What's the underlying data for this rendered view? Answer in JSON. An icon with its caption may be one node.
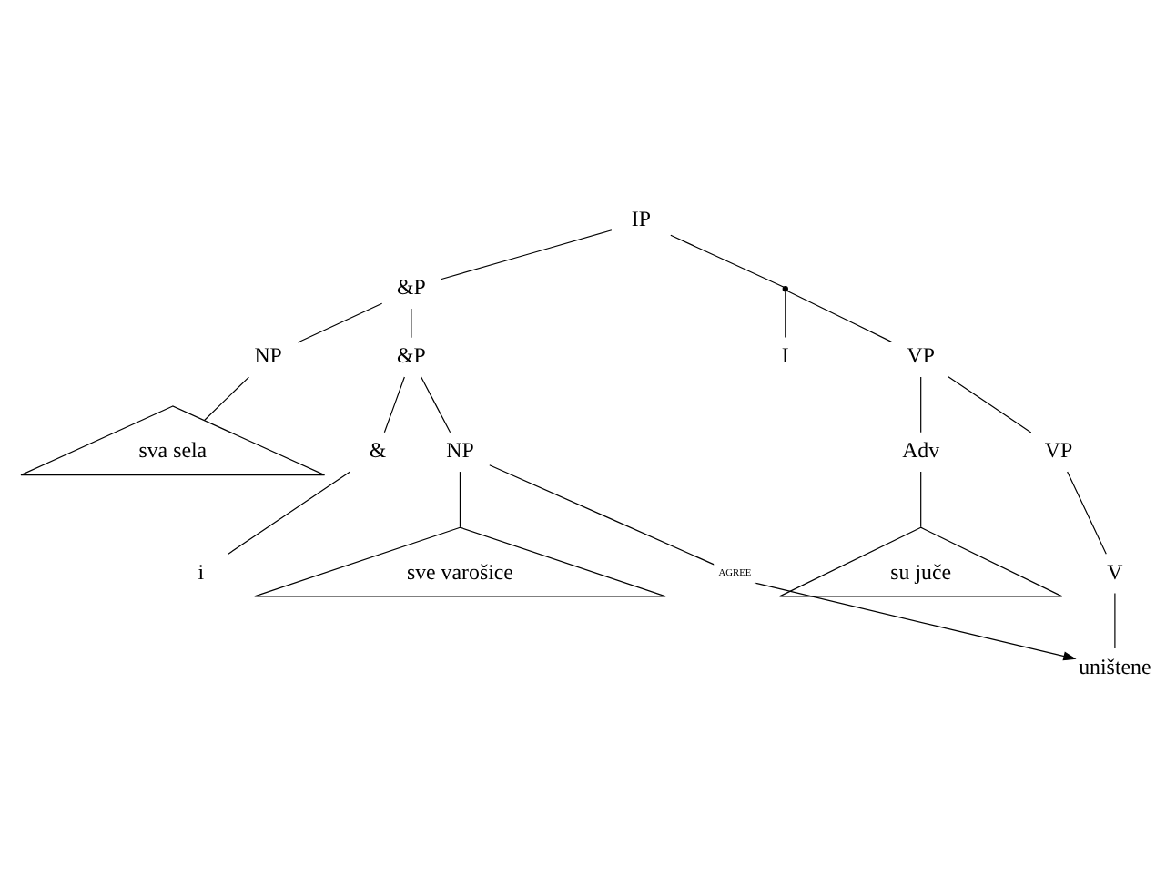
{
  "diagram": {
    "nodes": [
      {
        "text": [
          "IP"
        ]
      },
      {
        "text": [
          "&P"
        ]
      },
      {
        "text": [],
        "shape": "point"
      },
      {
        "text": [
          "NP"
        ]
      },
      {
        "text": [
          "&P"
        ]
      },
      {
        "text": [
          "I"
        ]
      },
      {
        "text": [
          "VP"
        ]
      },
      {
        "text": [
          "sva sela"
        ]
      },
      {
        "text": [
          "&"
        ]
      },
      {
        "text": [
          "NP"
        ]
      },
      {
        "text": [
          "Adv"
        ]
      },
      {
        "text": [
          "VP"
        ]
      },
      {
        "text": [
          "i"
        ]
      },
      {
        "text": [
          "sve varošice"
        ]
      },
      {
        "text": [
          "su juče"
        ]
      },
      {
        "text": [
          "V"
        ]
      },
      {
        "text": [
          "uništene"
        ]
      }
    ],
    "edges": [
      {
        "from": 0,
        "to": 1,
        "arrow": "none"
      },
      {
        "from": 0,
        "to": 2,
        "arrow": "none"
      },
      {
        "from": 1,
        "to": 3,
        "arrow": "none"
      },
      {
        "from": 1,
        "to": 4,
        "arrow": "none"
      },
      {
        "from": 2,
        "to": 5,
        "arrow": "none"
      },
      {
        "from": 2,
        "to": 6,
        "arrow": "none"
      },
      {
        "from": 3,
        "to": 7,
        "arrow": "none"
      },
      {
        "from": 4,
        "to": 8,
        "arrow": "none"
      },
      {
        "from": 4,
        "to": 9,
        "arrow": "none"
      },
      {
        "from": 6,
        "to": 10,
        "arrow": "none"
      },
      {
        "from": 6,
        "to": 11,
        "arrow": "none"
      },
      {
        "from": 8,
        "to": 12,
        "arrow": "none"
      },
      {
        "from": 9,
        "to": 13,
        "arrow": "none"
      },
      {
        "from": 10,
        "to": 14,
        "arrow": "none"
      },
      {
        "from": 11,
        "to": 15,
        "arrow": "none"
      },
      {
        "from": 15,
        "to": 16,
        "arrow": "none"
      },
      {
        "from": 9,
        "to": 16,
        "arrow": "to",
        "label": "AGREE"
      }
    ]
  }
}
